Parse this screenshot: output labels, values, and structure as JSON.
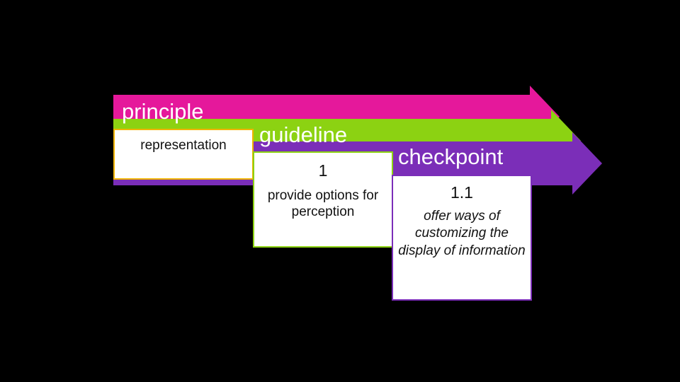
{
  "slide": {
    "background_color": "#000000",
    "bands": [
      {
        "id": "principle",
        "title": "principle",
        "color": "#E5189B"
      },
      {
        "id": "guideline",
        "title": "guideline",
        "color": "#8CD212"
      },
      {
        "id": "checkpoint",
        "title": "checkpoint",
        "color": "#7B2EB8"
      }
    ],
    "boxes": {
      "representation": {
        "label": "representation",
        "border_color": "#F0B400"
      },
      "guideline": {
        "number": "1",
        "description": "provide options for perception",
        "border_color": "#8CD212"
      },
      "checkpoint": {
        "number": "1.1",
        "description": "offer ways of customizing the display of information",
        "border_color": "#7B2EB8"
      }
    }
  }
}
